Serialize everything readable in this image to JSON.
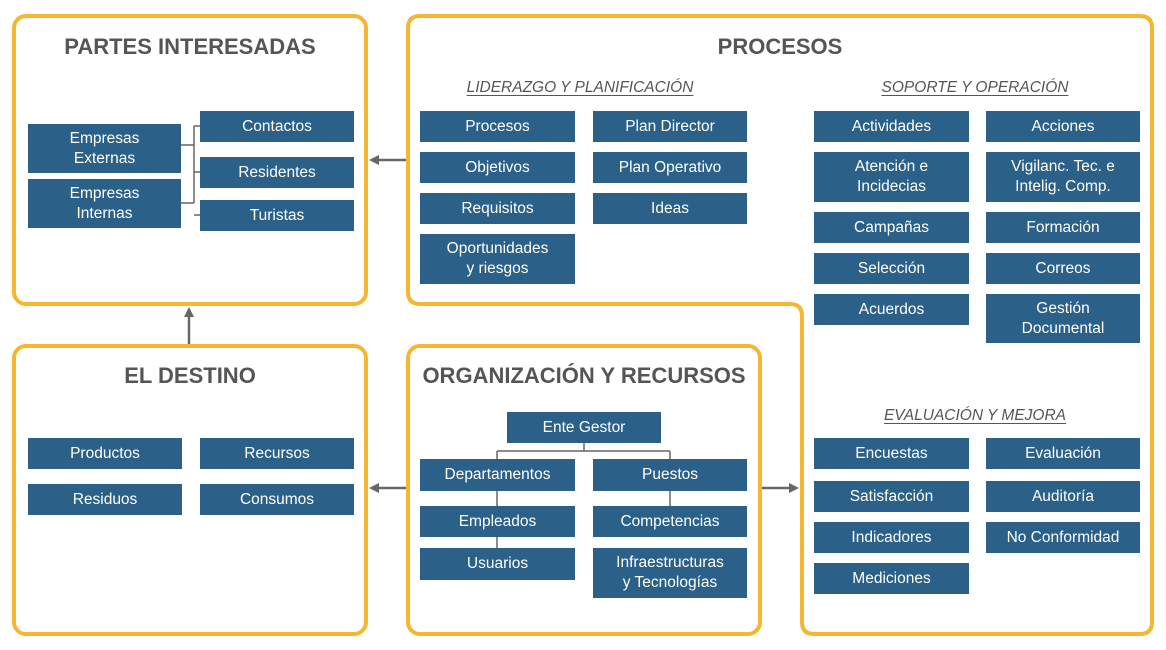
{
  "colors": {
    "frame_border": "#f5b731",
    "box_fill": "#2b6088",
    "box_text": "#ffffff",
    "title_text": "#555555",
    "connector": "#666666"
  },
  "partes": {
    "title": "PARTES INTERESADAS",
    "empresas_externas": "Empresas\nExternas",
    "empresas_internas": "Empresas\nInternas",
    "contactos": "Contactos",
    "residentes": "Residentes",
    "turistas": "Turistas"
  },
  "procesos": {
    "title": "PROCESOS",
    "liderazgo": {
      "label": "LIDERAZGO Y PLANIFICACIÓN",
      "col1": [
        "Procesos",
        "Objetivos",
        "Requisitos",
        "Oportunidades\ny riesgos"
      ],
      "col2": [
        "Plan Director",
        "Plan Operativo",
        "Ideas"
      ]
    },
    "soporte": {
      "label": "SOPORTE Y OPERACIÓN",
      "col1": [
        "Actividades",
        "Atención e\nIncidecias",
        "Campañas",
        "Selección",
        "Acuerdos"
      ],
      "col2": [
        "Acciones",
        "Vigilanc. Tec. e\nIntelig. Comp.",
        "Formación",
        "Correos",
        "Gestión\nDocumental"
      ]
    },
    "evaluacion": {
      "label": "EVALUACIÓN Y MEJORA",
      "col1": [
        "Encuestas",
        "Satisfacción",
        "Indicadores",
        "Mediciones"
      ],
      "col2": [
        "Evaluación",
        "Auditoría",
        "No Conformidad"
      ]
    }
  },
  "destino": {
    "title": "EL DESTINO",
    "items": [
      "Productos",
      "Recursos",
      "Residuos",
      "Consumos"
    ]
  },
  "organizacion": {
    "title": "ORGANIZACIÓN Y RECURSOS",
    "ente_gestor": "Ente Gestor",
    "departamentos": "Departamentos",
    "puestos": "Puestos",
    "empleados": "Empleados",
    "competencias": "Competencias",
    "usuarios": "Usuarios",
    "infraestructuras": "Infraestructuras\ny Tecnologías"
  }
}
